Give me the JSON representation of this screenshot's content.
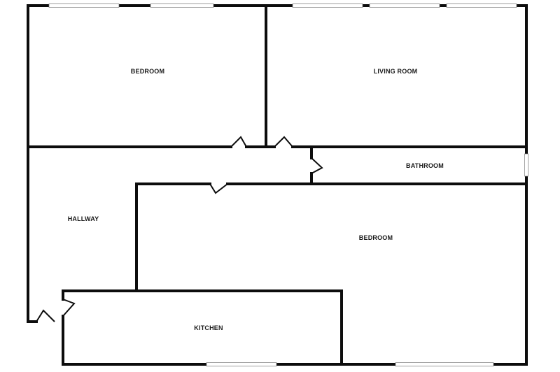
{
  "rooms": {
    "bedroom_top": "BEDROOM",
    "living_room": "LIVING ROOM",
    "bathroom": "BATHROOM",
    "hallway": "HALLWAY",
    "bedroom_main": "BEDROOM",
    "kitchen": "KITCHEN"
  },
  "colors": {
    "wall": "#0d0d0d",
    "background": "#ffffff",
    "window_frame": "#777777"
  }
}
